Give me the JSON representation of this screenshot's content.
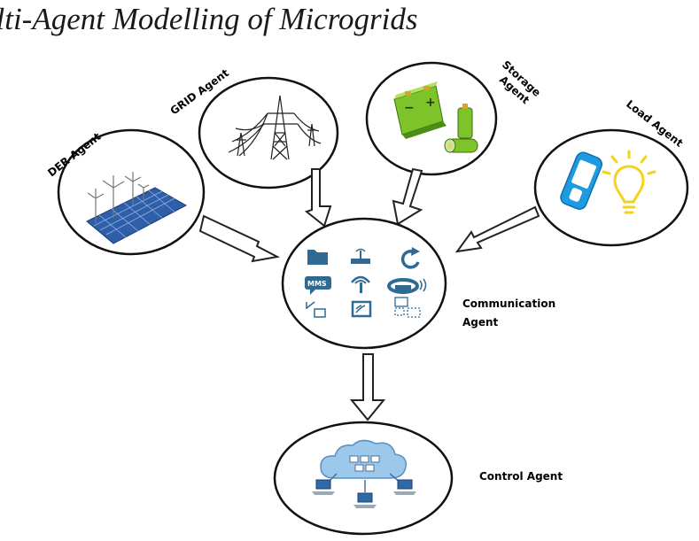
{
  "title": "ulti-Agent Modelling of Microgrids",
  "agents": {
    "der": "DER Agent",
    "grid": "GRID Agent",
    "storage_line1": "Storage",
    "storage_line2": "Agent",
    "load": "Load Agent",
    "communication_line1": "Communication",
    "communication_line2": "Agent",
    "control": "Control Agent"
  },
  "icons": {
    "mms_badge": "MMS"
  },
  "colors": {
    "solar_panel": "#2f5fa8",
    "battery_body": "#7dc42a",
    "phone_blue": "#1e9be0",
    "bulb_yellow": "#f5d21e",
    "cloud_blue": "#9cc8ec"
  }
}
